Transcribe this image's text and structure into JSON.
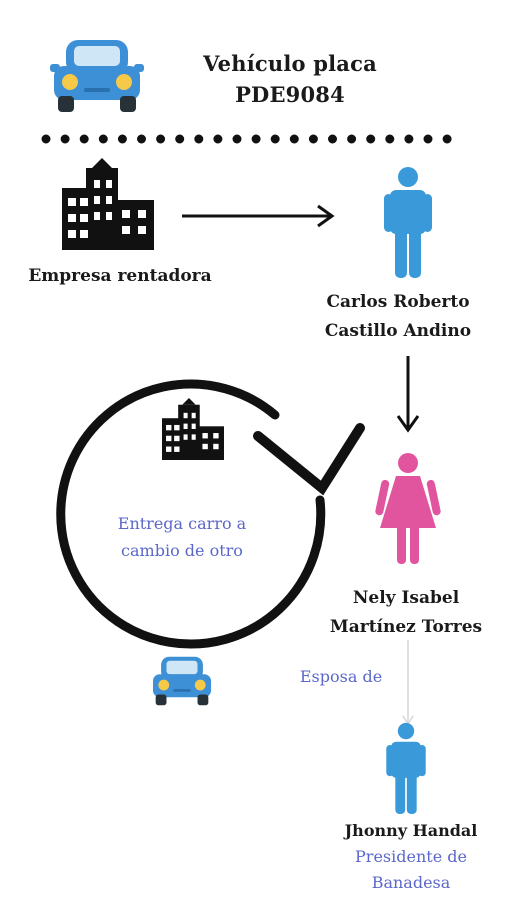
{
  "header": {
    "title_line1": "Vehículo placa",
    "title_line2": "PDE9084",
    "car_icon": "car-icon"
  },
  "nodes": {
    "company": {
      "label": "Empresa rentadora",
      "icon": "building-icon"
    },
    "carlos": {
      "line1": "Carlos Roberto",
      "line2": "Castillo Andino",
      "icon": "man-icon"
    },
    "nely": {
      "line1": "Nely Isabel",
      "line2": "Martínez Torres",
      "icon": "woman-icon"
    },
    "jhonny": {
      "name": "Jhonny Handal",
      "role_line1": "Presidente de",
      "role_line2": "Banadesa",
      "icon": "man-icon"
    }
  },
  "cycle": {
    "line1": "Entrega carro a",
    "line2": "cambio de otro"
  },
  "relation": {
    "label": "Esposa de"
  },
  "colors": {
    "man": "#3a9ad9",
    "woman": "#e0559e",
    "car_body": "#3d8fd6",
    "car_lights": "#f7c948",
    "annotation": "#5b67c9",
    "ink": "#111111"
  }
}
